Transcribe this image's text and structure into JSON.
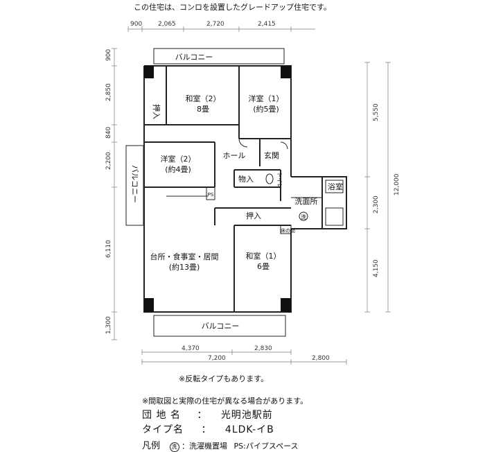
{
  "header_note": "この住宅は、コンロを設置したグレードアップ住宅です。",
  "dims_top": [
    "900",
    "2,065",
    "2,720",
    "2,415"
  ],
  "dims_left": [
    "900",
    "2,850",
    "840",
    "2,200",
    "6,110",
    "1,300"
  ],
  "dims_right": [
    "5,550",
    "2,300",
    "4,150",
    "12,000"
  ],
  "dims_bottom_row1": [
    "4,370",
    "2,830"
  ],
  "dims_bottom_row2": [
    "7,200",
    "2,800"
  ],
  "rooms": {
    "balcony_top": "バルコニー",
    "oshiire_left": "押入",
    "washitsu2_name": "和室（2）",
    "washitsu2_size": "8畳",
    "youshitsu1_name": "洋室（1）",
    "youshitsu1_size": "(約5畳)",
    "youshitsu2_name": "洋室（2）",
    "youshitsu2_size": "(約4畳)",
    "hall": "ホール",
    "genkan": "玄関",
    "monoire": "物入",
    "toilet": "トイレ",
    "bath": "浴室",
    "washroom": "洗面所",
    "washer": "洗",
    "ps": "PS",
    "oshiire_mid": "押入",
    "tokonoma": "床の間",
    "ldk_name": "台所・食事室・居間",
    "ldk_size": "(約13畳)",
    "washitsu1_name": "和室（1）",
    "washitsu1_size": "6畳",
    "balcony_side": "バルコニー",
    "balcony_bottom": "バルコニー"
  },
  "notes": {
    "reverse": "※反転タイプもあります。",
    "disclaimer": "※間取図と実際の住宅が異なる場合があります。"
  },
  "info": {
    "complex_label": "団 地 名",
    "complex_sep": "：",
    "complex_value": "光明池駅前",
    "type_label": "タイプ名",
    "type_sep": "：",
    "type_value": "4LDK-イB"
  },
  "legend": {
    "label": "凡例",
    "washer_symbol": "洗",
    "washer_text": "：洗濯機置場",
    "ps_text": "PS:パイプスペース"
  }
}
